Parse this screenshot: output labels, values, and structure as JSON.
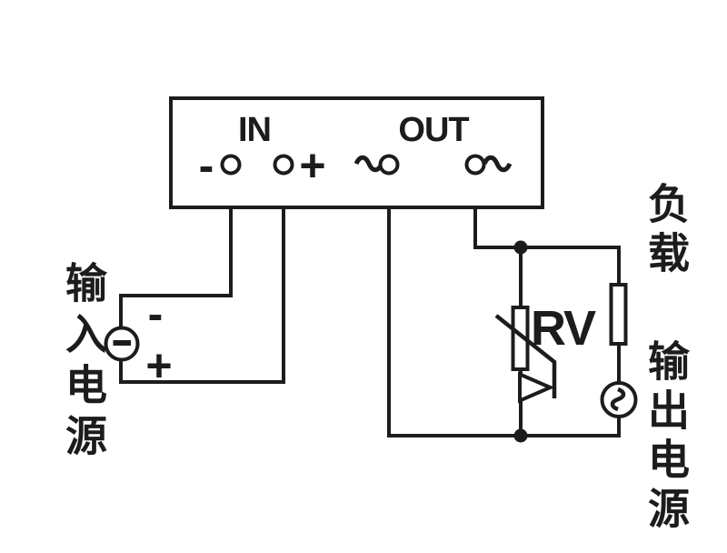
{
  "page": {
    "background": "#ffffff",
    "line_color": "#1c1c1c"
  },
  "module": {
    "in_label": "IN",
    "out_label": "OUT",
    "terminal_minus": "-",
    "terminal_plus": "+"
  },
  "input_source": {
    "minus": "-",
    "plus": "+"
  },
  "varistor": {
    "label": "RV"
  },
  "labels": {
    "input_power": "输入电源",
    "load": "负载",
    "output_power": "输出电源"
  },
  "icons": {
    "ac_wave": "∿",
    "dc_source_dash": "−",
    "ac_source_wave": "≀"
  }
}
